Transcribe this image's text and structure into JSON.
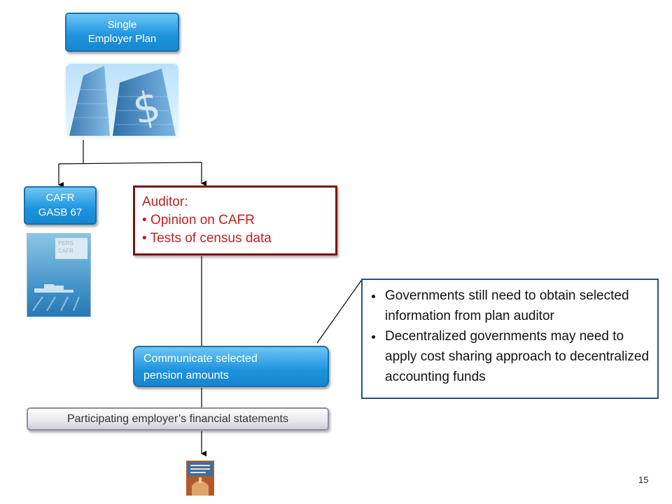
{
  "nodes": {
    "top": {
      "line1": "Single",
      "line2": "Employer Plan"
    },
    "cafr": {
      "line1": "CAFR",
      "line2": "GASB 67"
    },
    "cafr_cover": {
      "line1": "PERS",
      "line2": "CAFR"
    },
    "auditor": {
      "title": "Auditor:",
      "bullets": [
        "Opinion on CAFR",
        "Tests of census data"
      ]
    },
    "communicate": {
      "line1": "Communicate selected",
      "line2": "pension amounts"
    },
    "employer": {
      "label": "Participating employer’s financial statements"
    }
  },
  "callout": {
    "bullets": [
      "Governments still need to obtain selected information from plan auditor",
      "Decentralized governments may need to apply cost sharing approach to decentralized accounting funds"
    ]
  },
  "page_number": "15",
  "colors": {
    "box_blue": "#1d93de",
    "auditor_border": "#7b1416",
    "auditor_text": "#c0211d",
    "callout_border": "#2c4f83"
  }
}
